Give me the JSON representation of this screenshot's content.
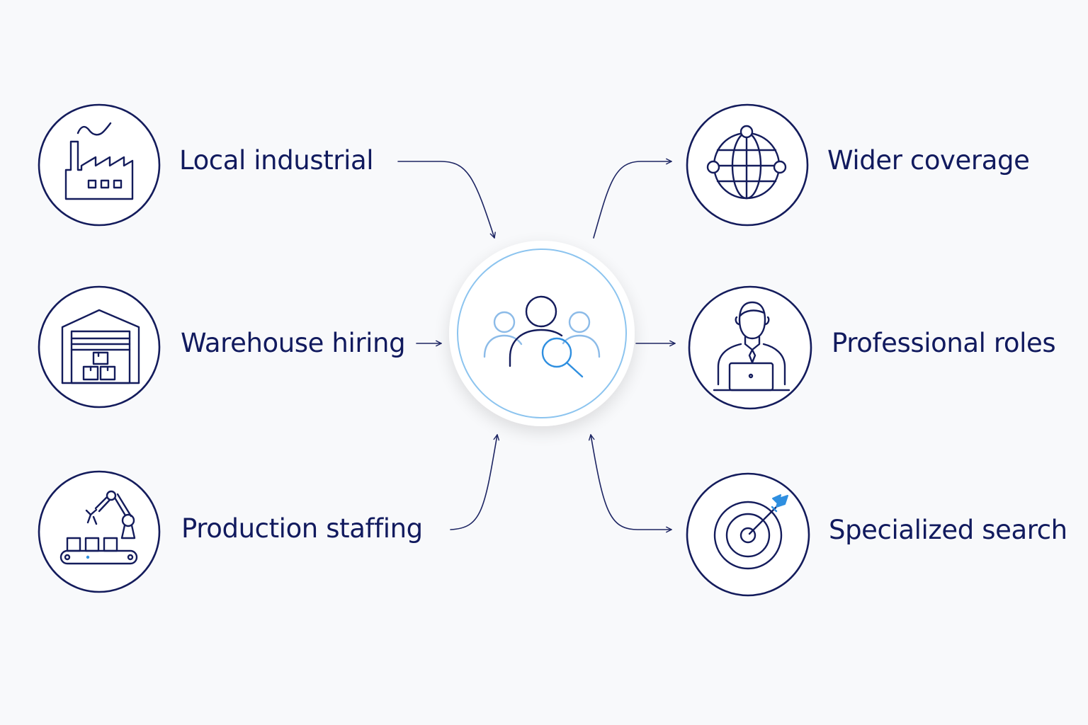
{
  "colors": {
    "background": "#f8f9fb",
    "primary": "#141c5c",
    "accent": "#2f8fe0",
    "accent_light": "#8cbbe8"
  },
  "hub": {
    "icon": "people-search-icon"
  },
  "nodes": {
    "local_industrial": {
      "label": "Local industrial",
      "icon": "factory-icon"
    },
    "warehouse_hiring": {
      "label": "Warehouse hiring",
      "icon": "warehouse-icon"
    },
    "production_staffing": {
      "label": "Production staffing",
      "icon": "robotic-arm-conveyor-icon"
    },
    "wider_coverage": {
      "label": "Wider coverage",
      "icon": "globe-network-icon"
    },
    "professional_roles": {
      "label": "Professional roles",
      "icon": "professional-laptop-icon"
    },
    "specialized_search": {
      "label": "Specialized search",
      "icon": "target-arrow-icon"
    }
  }
}
